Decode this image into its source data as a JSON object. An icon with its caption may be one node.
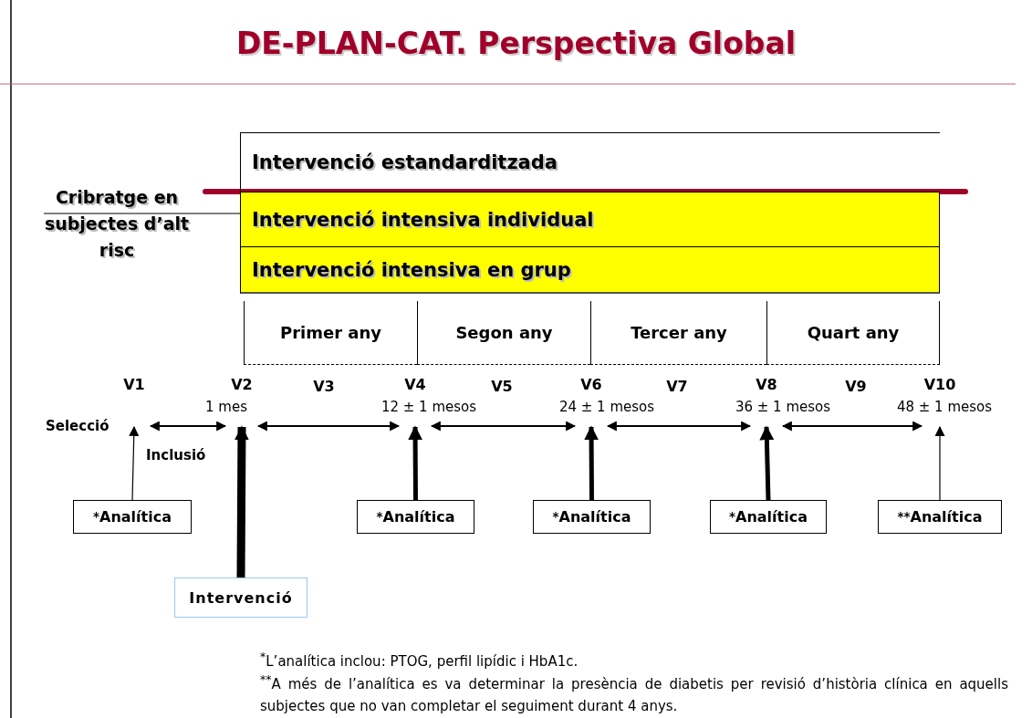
{
  "diagram": {
    "title": "DE-PLAN-CAT. Perspectiva Global",
    "nodes": [
      {
        "text": [
          "Intervenció estandarditzada"
        ]
      },
      {
        "text": [
          "Intervenció intensiva individual"
        ]
      },
      {
        "text": [
          "Intervenció intensiva en grup"
        ]
      },
      {
        "text": [
          "Cribratge en subjectes d’alt risc"
        ]
      },
      {
        "text": [
          "Primer any"
        ]
      },
      {
        "text": [
          "Segon any"
        ]
      },
      {
        "text": [
          "Tercer any"
        ]
      },
      {
        "text": [
          "Quart any"
        ]
      },
      {
        "text": [
          "V1"
        ],
        "beside": [
          "Selecció"
        ]
      },
      {
        "text": [
          "V2"
        ],
        "beside": [
          "1 mes",
          "Inclusió"
        ]
      },
      {
        "text": [
          "V4"
        ],
        "beside": [
          "12 ± 1 mesos"
        ]
      },
      {
        "text": [
          "V6"
        ],
        "beside": [
          "24 ± 1 mesos"
        ]
      },
      {
        "text": [
          "V8"
        ],
        "beside": [
          "36 ± 1 mesos"
        ]
      },
      {
        "text": [
          "V10"
        ],
        "beside": [
          "48 ± 1 mesos"
        ]
      },
      {
        "text": [
          "$^{*}$Analítica"
        ]
      },
      {
        "text": [
          "$^{*}$Analítica"
        ]
      },
      {
        "text": [
          "$^{*}$Analítica"
        ]
      },
      {
        "text": [
          "$^{*}$Analítica"
        ]
      },
      {
        "text": [
          "$^{**}$Analítica"
        ]
      },
      {
        "text": [
          "Intervenció"
        ]
      }
    ],
    "edges": [
      {
        "from": 3,
        "to": 1,
        "arrow": "none"
      },
      {
        "from": 8,
        "to": 9,
        "arrow": "both"
      },
      {
        "from": 9,
        "to": 10,
        "arrow": "both"
      },
      {
        "from": 10,
        "to": 11,
        "arrow": "both"
      },
      {
        "from": 11,
        "to": 12,
        "arrow": "both"
      },
      {
        "from": 12,
        "to": 13,
        "arrow": "both"
      },
      {
        "from": 14,
        "to": 8,
        "arrow": "to"
      },
      {
        "from": 15,
        "to": 10,
        "arrow": "to",
        "style": "thick"
      },
      {
        "from": 16,
        "to": 11,
        "arrow": "to",
        "style": "thick"
      },
      {
        "from": 17,
        "to": 12,
        "arrow": "to",
        "style": "thick"
      },
      {
        "from": 18,
        "to": 13,
        "arrow": "to"
      },
      {
        "from": 19,
        "to": 9,
        "arrow": "to",
        "style": "thick"
      }
    ],
    "labels": [
      "V3",
      "V5",
      "V7",
      "V9",
      "$^{*}$L’analítica inclou: PTOG, perfil lipídic i HbA1c.",
      "$^{**}$A més de l’analítica es va determinar la presència de diabetis per revisió d’història clínica en aquells subjectes que no van completar el seguiment durant 4 anys."
    ]
  }
}
